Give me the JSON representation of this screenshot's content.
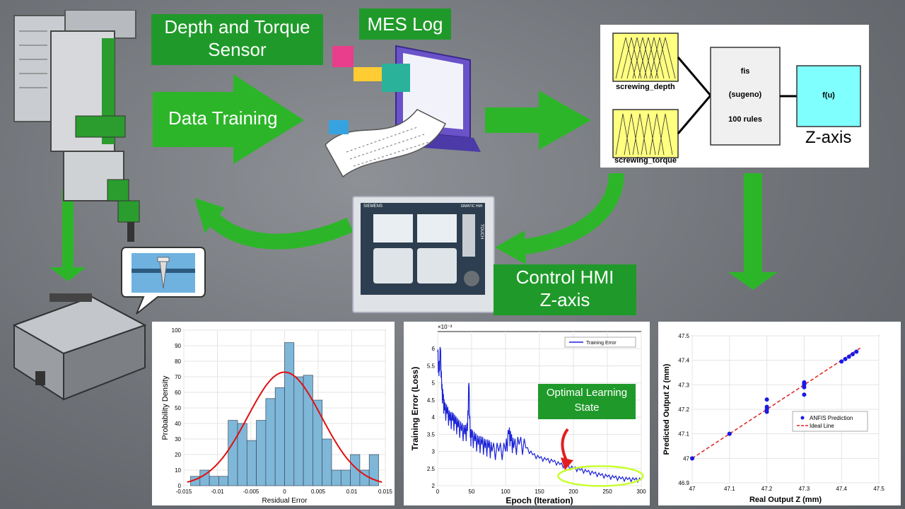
{
  "labels": {
    "sensor_line1": "Depth and Torque",
    "sensor_line2": "Sensor",
    "mes_log": "MES Log",
    "data_training": "Data Training",
    "hmi_line1": "Control HMI",
    "hmi_line2": "Z-axis",
    "optimal_line1": "Optimal Learning",
    "optimal_line2": "State"
  },
  "fis": {
    "input1": "screwing_depth",
    "input2": "screwing_torque",
    "core_line1": "fis",
    "core_line2": "(sugeno)",
    "core_line3": "100 rules",
    "output": "f(u)",
    "axis_label": "Z-axis"
  },
  "hmi_screen": {
    "brand": "SIEMENS",
    "model": "SIMATIC HMI",
    "touch": "TOUCH"
  },
  "colors": {
    "green": "#1f9a2a",
    "arrow_green": "#2db52a",
    "hist": "#7fb7d9",
    "loss": "#1a22d6",
    "pred": "#1a1ae6",
    "ideal": "#e02020"
  },
  "chart_data": [
    {
      "type": "bar",
      "xlabel": "Residual Error",
      "ylabel": "Probability Density",
      "xlim": [
        -0.015,
        0.015
      ],
      "ylim": [
        0,
        100
      ],
      "xticks": [
        "-0.015",
        "-0.01",
        "-0.005",
        "0",
        "0.005",
        "0.01",
        "0.015"
      ],
      "yticks": [
        "0",
        "10",
        "20",
        "30",
        "40",
        "50",
        "60",
        "70",
        "80",
        "90",
        "100"
      ],
      "bin_edges": [
        -0.014,
        -0.0126,
        -0.0112,
        -0.0098,
        -0.0084,
        -0.007,
        -0.0056,
        -0.0042,
        -0.0028,
        -0.0014,
        0,
        0.0014,
        0.0028,
        0.0042,
        0.0056,
        0.007,
        0.0084,
        0.0098,
        0.0112,
        0.0126,
        0.014
      ],
      "values": [
        6,
        10,
        6,
        6,
        42,
        40,
        29,
        42,
        56,
        63,
        92,
        70,
        71,
        55,
        30,
        10,
        10,
        20,
        10,
        20
      ],
      "fit": {
        "type": "normal",
        "mean": 0,
        "std": 0.0055,
        "peak": 73
      }
    },
    {
      "type": "line",
      "xlabel": "Epoch (Iteration)",
      "ylabel": "Training Error (Loss)",
      "exponent_label": "×10⁻³",
      "xlim": [
        0,
        300
      ],
      "ylim": [
        0.002,
        0.0065
      ],
      "xticks": [
        "0",
        "50",
        "100",
        "150",
        "200",
        "250",
        "300"
      ],
      "yticks": [
        "2",
        "2.5",
        "3",
        "3.5",
        "4",
        "4.5",
        "5",
        "5.5",
        "6"
      ],
      "series": [
        {
          "name": "Training Error",
          "x": [
            0,
            2,
            4,
            6,
            8,
            10,
            14,
            18,
            22,
            26,
            30,
            35,
            40,
            44,
            46,
            48,
            50,
            55,
            60,
            65,
            70,
            75,
            80,
            90,
            100,
            105,
            108,
            112,
            120,
            130,
            140,
            150,
            160,
            170,
            180,
            190,
            200,
            210,
            220,
            230,
            240,
            250,
            260,
            270,
            280,
            290,
            300
          ],
          "y": [
            0.0059,
            0.0052,
            0.006,
            0.0048,
            0.0045,
            0.0042,
            0.0041,
            0.0039,
            0.0039,
            0.0038,
            0.0037,
            0.0036,
            0.0035,
            0.0036,
            0.005,
            0.0034,
            0.0034,
            0.0033,
            0.0032,
            0.0032,
            0.0031,
            0.0031,
            0.003,
            0.003,
            0.003,
            0.0035,
            0.0033,
            0.0031,
            0.0032,
            0.0031,
            0.0029,
            0.0028,
            0.00275,
            0.0027,
            0.00262,
            0.00255,
            0.0025,
            0.00245,
            0.0024,
            0.00235,
            0.0023,
            0.00226,
            0.00223,
            0.0022,
            0.00218,
            0.00217,
            0.00216
          ]
        }
      ]
    },
    {
      "type": "scatter",
      "xlabel": "Real Output Z (mm)",
      "ylabel": "Predicted Output Z (mm)",
      "xlim": [
        47,
        47.5
      ],
      "ylim": [
        46.9,
        47.5
      ],
      "xticks": [
        "47",
        "47.1",
        "47.2",
        "47.3",
        "47.4",
        "47.5"
      ],
      "yticks": [
        "46.9",
        "47",
        "47.1",
        "47.2",
        "47.3",
        "47.4",
        "47.5"
      ],
      "legend": "center-right",
      "series": [
        {
          "name": "ANFIS Prediction",
          "x": [
            47,
            47,
            47.1,
            47.1,
            47.2,
            47.2,
            47.2,
            47.2,
            47.3,
            47.3,
            47.3,
            47.3,
            47.3,
            47.4,
            47.41,
            47.42,
            47.43,
            47.44
          ],
          "y": [
            47,
            47,
            47.1,
            47.1,
            47.19,
            47.2,
            47.21,
            47.24,
            47.26,
            47.29,
            47.3,
            47.31,
            47.305,
            47.395,
            47.405,
            47.415,
            47.425,
            47.435
          ]
        },
        {
          "name": "Ideal Line",
          "x": [
            47,
            47.45
          ],
          "y": [
            47,
            47.45
          ]
        }
      ]
    }
  ]
}
